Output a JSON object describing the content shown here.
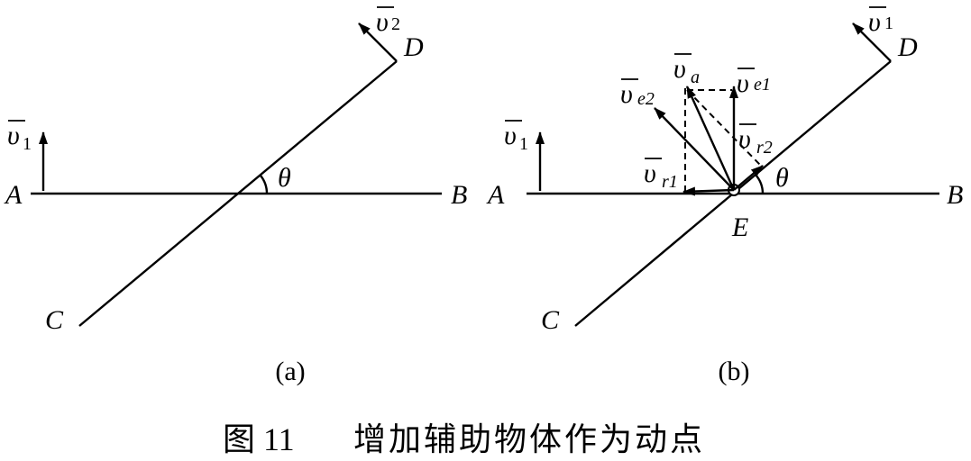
{
  "panel_a": {
    "label": "(a)",
    "points": {
      "A": "A",
      "B": "B",
      "C": "C",
      "D": "D"
    },
    "angle": "θ",
    "v1": {
      "sym": "υ",
      "sub": "1"
    },
    "v2": {
      "sym": "υ",
      "sub": "2"
    }
  },
  "panel_b": {
    "label": "(b)",
    "points": {
      "A": "A",
      "B": "B",
      "C": "C",
      "D": "D",
      "E": "E"
    },
    "angle": "θ",
    "v1_left": {
      "sym": "υ",
      "sub": "1"
    },
    "v1_right": {
      "sym": "υ",
      "sub": "1"
    },
    "va": {
      "sym": "υ",
      "sub": "a"
    },
    "ve1": {
      "sym": "υ",
      "sub": "e1"
    },
    "ve2": {
      "sym": "υ",
      "sub": "e2"
    },
    "vr1": {
      "sym": "υ",
      "sub": "r1"
    },
    "vr2": {
      "sym": "υ",
      "sub": "r2"
    }
  },
  "caption": {
    "number": "图 11",
    "text": "增加辅助物体作为动点"
  }
}
